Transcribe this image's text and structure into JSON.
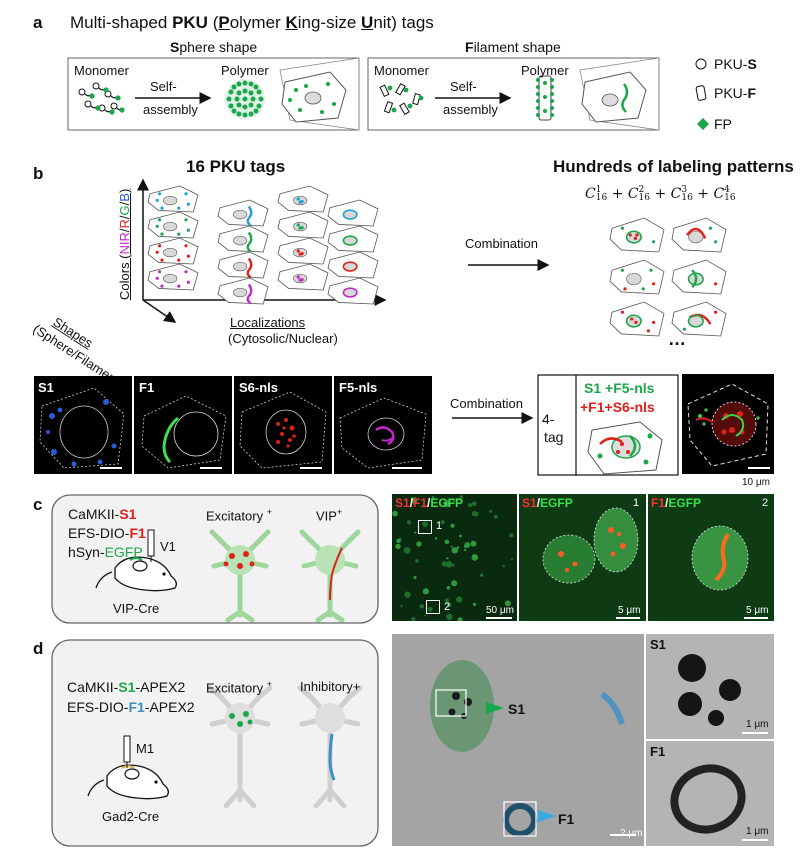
{
  "panel_a": {
    "label": "a",
    "title_parts": [
      "Multi-shaped ",
      "PKU",
      " (",
      "P",
      "olymer ",
      "K",
      "ing-size ",
      "U",
      "nit) tags"
    ],
    "sphere": {
      "heading_bold": "S",
      "heading_rest": "phere shape",
      "monomer": "Monomer",
      "polymer": "Polymer",
      "arrow_top": "Self-",
      "arrow_bottom": "assembly"
    },
    "filament": {
      "heading_bold": "F",
      "heading_rest": "ilament shape",
      "monomer": "Monomer",
      "polymer": "Polymer",
      "arrow_top": "Self-",
      "arrow_bottom": "assembly"
    },
    "legend": [
      {
        "prefix": "PKU-",
        "bold": "S",
        "icon": "circle-icon"
      },
      {
        "prefix": "PKU-",
        "bold": "F",
        "icon": "cylinder-icon"
      },
      {
        "prefix": "",
        "bold": "",
        "text": "FP",
        "icon": "fp-diamond-icon"
      }
    ]
  },
  "panel_b": {
    "label": "b",
    "title": "16 PKU tags",
    "right_title": "Hundreds of labeling patterns",
    "formula": [
      "C",
      "16",
      "1",
      "+ ",
      "C",
      "16",
      "2",
      "+ ",
      "C",
      "16",
      "3",
      "+ ",
      "C",
      "16",
      "4"
    ],
    "y_axis_prefix": "Colors (",
    "y_axis_parts": [
      "NIR",
      "/",
      "R",
      "/",
      "G",
      "/",
      "B",
      ")"
    ],
    "shapes_axis": "Shapes",
    "shapes_sub": "(Sphere/Filament)",
    "loc_axis": "Localizations",
    "loc_sub": "(Cytosolic/Nuclear)",
    "combination_1": "Combination",
    "combination_2": "Combination",
    "ellipsis": "…",
    "micro_labels": [
      "S1",
      "F1",
      "S6-nls",
      "F5-nls"
    ],
    "four_tag": {
      "left_top": "4-",
      "left_bottom": "tag",
      "line1_a": "S1",
      "line1_b": " +F5-nls",
      "line2_a": "+F1",
      "line2_b": "+S6-nls"
    },
    "scale_10um": "10 μm"
  },
  "panel_c": {
    "label": "c",
    "lines": [
      {
        "prefix": "CaMKII-",
        "tag": "S1"
      },
      {
        "prefix": "EFS-DIO-",
        "tag": "F1"
      },
      {
        "prefix": "hSyn-",
        "tag": "EGFP"
      }
    ],
    "v1": "V1",
    "mouse": "VIP-Cre",
    "neuron1": "Excitatory ",
    "neuron1_sup": "+",
    "neuron2": "VIP",
    "neuron2_sup": "+",
    "img1_title": [
      "S1",
      "/",
      "F1",
      "/",
      "EGFP"
    ],
    "img2_title": [
      "S1",
      "/",
      "EGFP"
    ],
    "img3_title": [
      "F1",
      "/",
      "EGFP"
    ],
    "box1": "1",
    "box2": "2",
    "img2_num": "1",
    "img3_num": "2",
    "scale_50": "50 μm",
    "scale_5a": "5 μm",
    "scale_5b": "5 μm"
  },
  "panel_d": {
    "label": "d",
    "lines": [
      {
        "prefix": "CaMKII-",
        "tag": "S1",
        "suffix": "-APEX2"
      },
      {
        "prefix": "EFS-DIO-",
        "tag": "F1",
        "suffix": "-APEX2"
      }
    ],
    "m1": "M1",
    "mouse": "Gad2-Cre",
    "neuron1": "Excitatory ",
    "neuron1_sup": "+",
    "neuron2": "Inhibitory+",
    "em_s1": "S1",
    "em_f1": "F1",
    "em_small_s1": "S1",
    "em_small_f1": "F1",
    "scale_2um": "2 μm",
    "scale_1um_a": "1 μm",
    "scale_1um_b": "1 μm"
  },
  "colors": {
    "green": "#1aa64a",
    "red": "#e0201b",
    "blue": "#2a5bd7",
    "magenta": "#c02ac8",
    "cyan": "#1da1d8",
    "em_blue": "#3a8fc4"
  }
}
